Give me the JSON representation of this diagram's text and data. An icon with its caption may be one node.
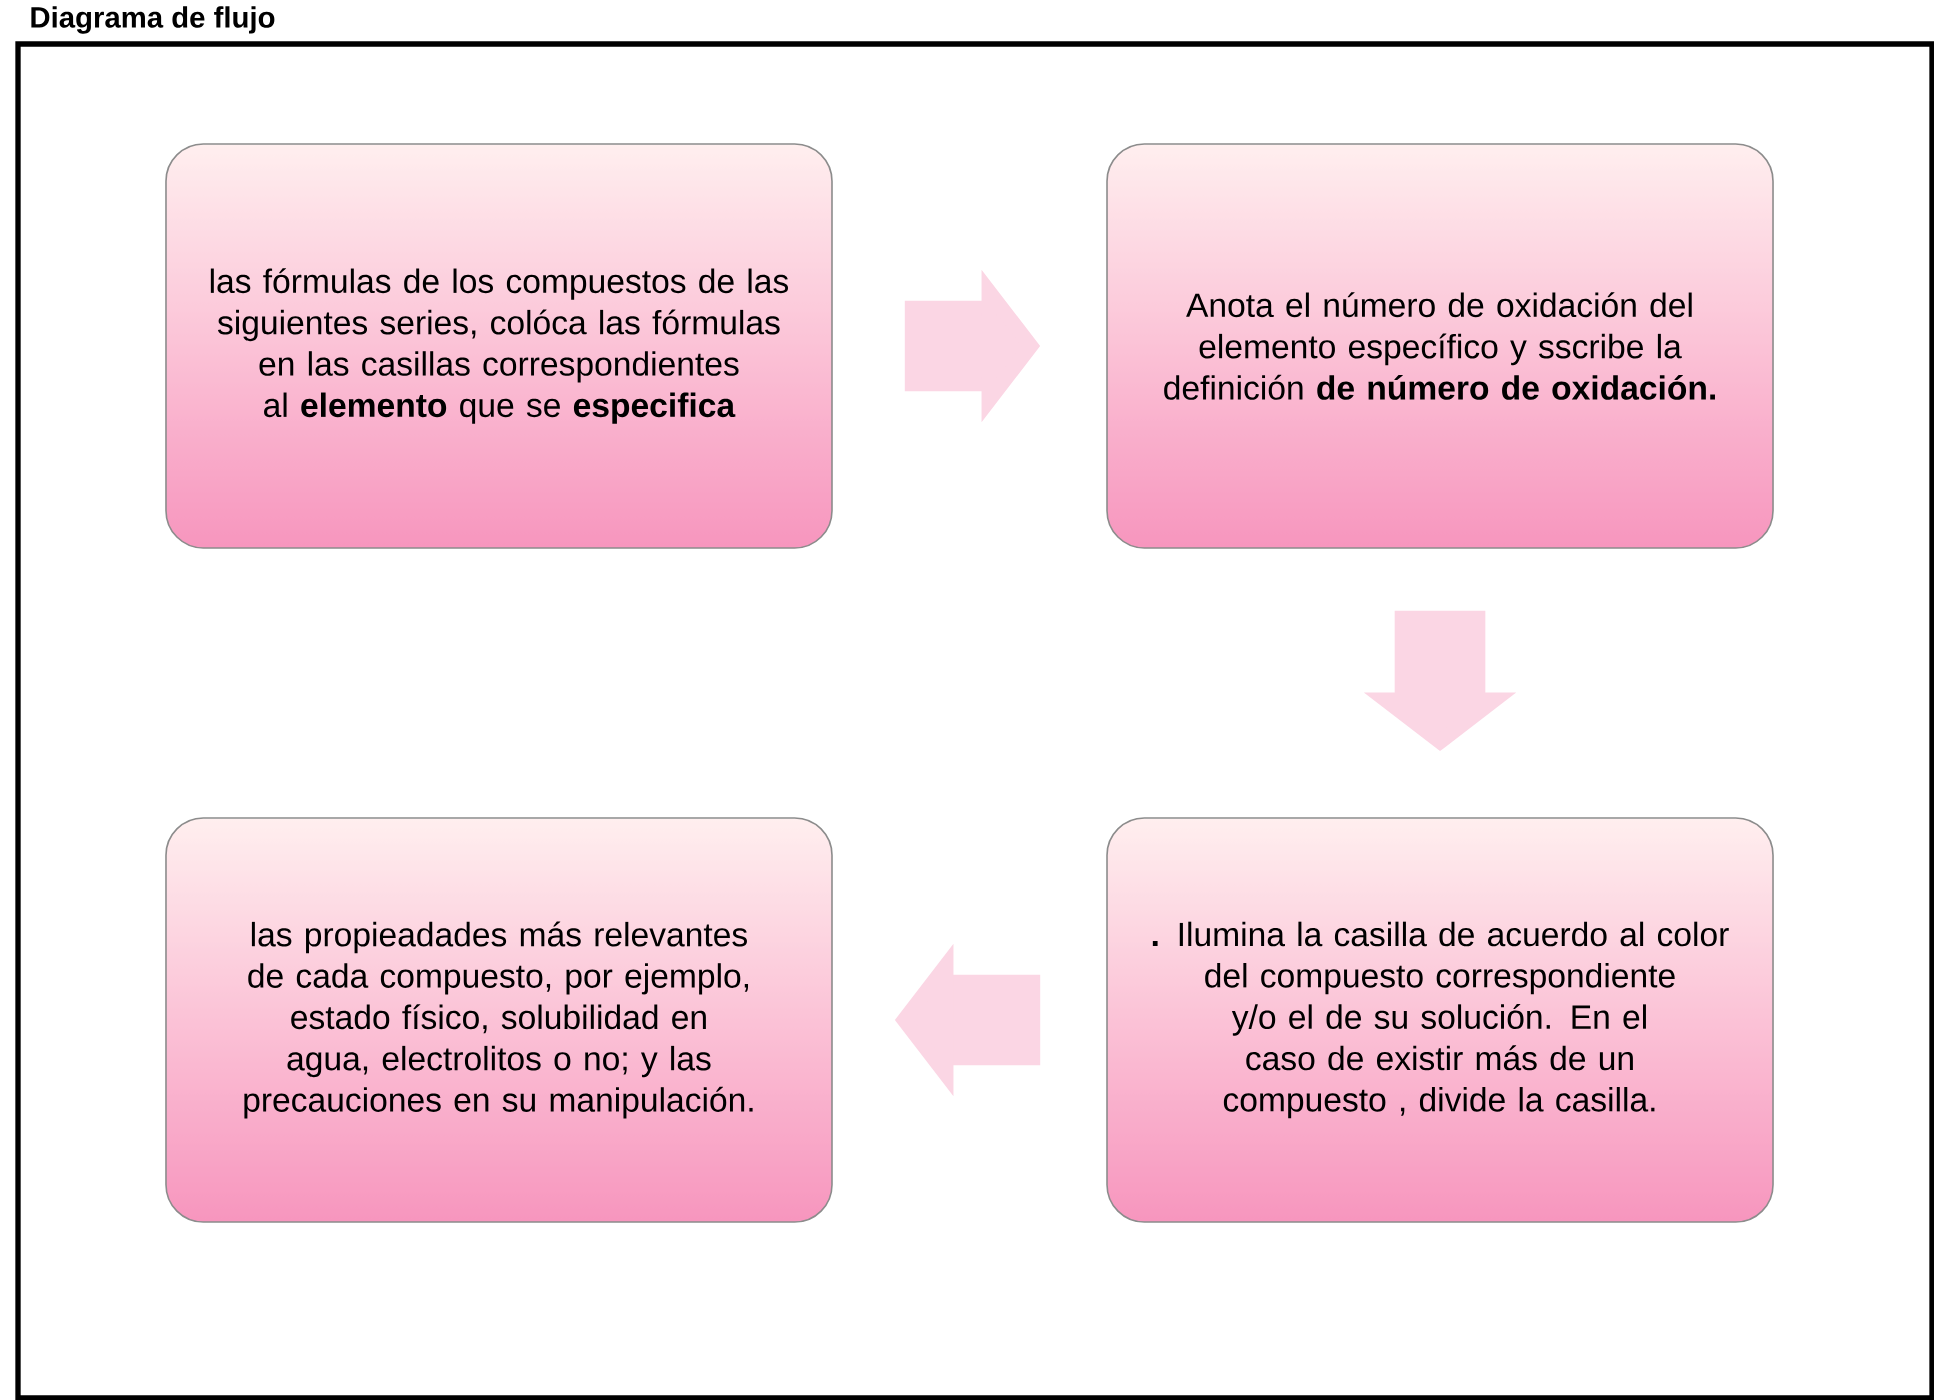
{
  "diagram": {
    "title": "Diagrama de flujo",
    "nodes": [
      {
        "text": [
          "las fórmulas de los compuestos de las siguientes series, colóca las fórmulas en las casillas correspondientes al **elemento** que se **especifica**"
        ]
      },
      {
        "text": [
          "Anota el número de oxidación del elemento específico y sscribe la definición **de número de oxidación.**"
        ]
      },
      {
        "text": [
          "**.** Ilumina la casilla de acuerdo al color del compuesto correspondiente y/o el de su solución. En el caso de existir más de un compuesto , divide la casilla."
        ]
      },
      {
        "text": [
          "las propieadades más relevantes de cada compuesto, por ejemplo, estado físico, solubilidad en agua, electrolitos o no; y las precauciones en su manipulación."
        ]
      }
    ],
    "edges": [
      {
        "from": 0,
        "to": 1,
        "arrow": "to"
      },
      {
        "from": 1,
        "to": 2,
        "arrow": "to"
      },
      {
        "from": 2,
        "to": 3,
        "arrow": "to"
      }
    ]
  }
}
